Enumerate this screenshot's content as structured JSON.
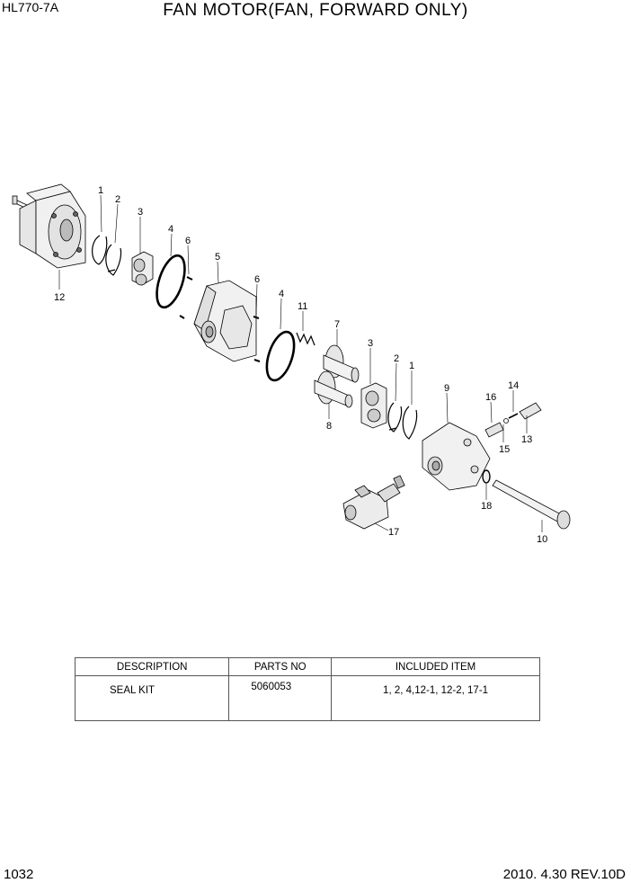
{
  "header": {
    "model": "HL770-7A",
    "title": "FAN MOTOR(FAN, FORWARD ONLY)"
  },
  "footer": {
    "page_number": "1032",
    "date_revision": "2010. 4.30  REV.10D"
  },
  "callouts": [
    "1",
    "2",
    "3",
    "4",
    "6",
    "5",
    "12",
    "6",
    "4",
    "11",
    "7",
    "3",
    "2",
    "1",
    "8",
    "9",
    "16",
    "14",
    "15",
    "13",
    "18",
    "17",
    "10"
  ],
  "kit_table": {
    "headers": [
      "DESCRIPTION",
      "PARTS NO",
      "INCLUDED ITEM"
    ],
    "rows": [
      [
        "SEAL KIT",
        "5060053",
        "1, 2, 4,12-1, 12-2, 17-1"
      ]
    ]
  }
}
